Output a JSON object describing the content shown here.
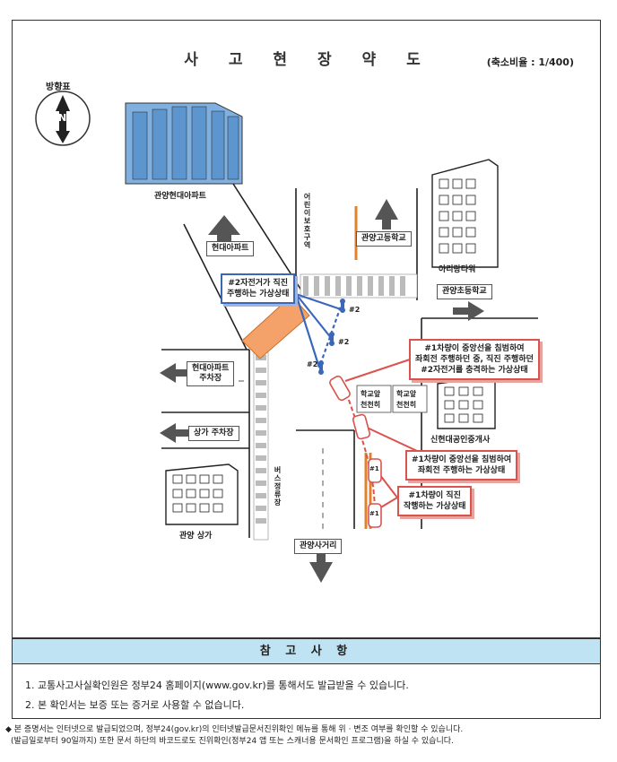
{
  "title": "사 고 현 장 약 도",
  "scale": "(축소비율 : 1/400)",
  "compass_label": "방향표",
  "compass_letter": "N",
  "labels": {
    "apt_top": "관양현대아파트",
    "hyundai_apt": "현대아파트",
    "high_school": "관양고등학교",
    "ari_tower": "아리랑타워",
    "elementary": "관양초등학교",
    "parking1_line1": "현대아파트",
    "parking1_line2": "주차장",
    "parking2": "상가 주차장",
    "school_sign_left_1": "학교앞",
    "school_sign_left_2": "천천히",
    "school_sign_right_1": "학교앞",
    "school_sign_right_2": "천천히",
    "realtor": "신현대공인중개사",
    "shop": "관양 상가",
    "intersection": "관양사거리",
    "bus_stop": "버스정류장",
    "kid_zone": "어린이보호구역",
    "car2_tag_a": "#2",
    "car2_tag_b": "#2",
    "car2_tag_c": "#2",
    "car1_tag_a": "#1",
    "car1_tag_b": "#1"
  },
  "callouts": {
    "blue_line1": "#2자전거가 직진",
    "blue_line2": "주행하는 가상상태",
    "red1_line1": "#1차량이 중앙선을 침범하여",
    "red1_line2": "좌회전 주행하던 중, 직진 주행하던",
    "red1_line3": "#2자전거를 충격하는 가상상태",
    "red2_line1": "#1차량이 중앙선을 침범하여",
    "red2_line2": "좌회전 주행하는 가상상태",
    "red3_line1": "#1차량이 직진",
    "red3_line2": "작행하는 가상상태"
  },
  "notes": {
    "header": "참 고 사 항",
    "item1": "1. 교통사고사실확인원은 정부24 홈페이지(www.gov.kr)를 통해서도 발급받을 수 있습니다.",
    "item2": "2. 본 확인서는 보증 또는 증거로 사용할 수 없습니다."
  },
  "footer": {
    "line1": "◆ 본 증명서는 인터넷으로 발급되었으며, 정부24(gov.kr)의 인터넷발급문서진위확인 메뉴를 통해 위 · 변조 여부를 확인할 수 있습니다.",
    "line2": "(발급일로부터 90일까지) 또한 문서 하단의 바코드로도 진위확인(정부24 앱 또는 스캐너용 문서확인 프로그램)을 하실 수 있습니다."
  },
  "colors": {
    "red": "#d9534f",
    "blue": "#3a67b8",
    "notes_header_bg": "#bfe3f2",
    "building_blue": "#7fb0e0"
  }
}
